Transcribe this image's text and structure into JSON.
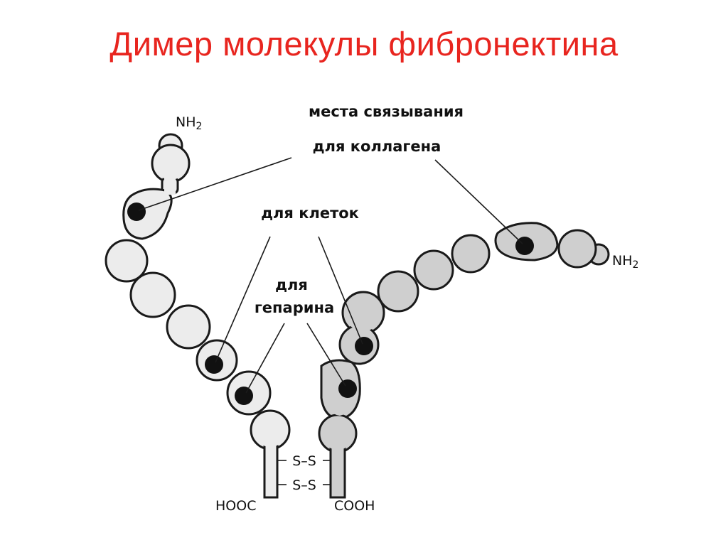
{
  "title": "Димер молекулы фибронектина",
  "labels": {
    "binding_sites": "места связывания",
    "collagen": "для коллагена",
    "cells": "для клеток",
    "heparin_line1": "для",
    "heparin_line2": "гепарина"
  },
  "termini": {
    "nh2_left": "NH",
    "nh2_right": "NH",
    "subscript": "2",
    "hooc": "HOOC",
    "cooh": "COOH",
    "ss_top": "S–S",
    "ss_bottom": "S–S"
  },
  "colors": {
    "title": "#e8251f",
    "left_chain_fill": "#ececec",
    "right_chain_fill": "#cfcfcf",
    "outline": "#1a1a1a",
    "binding_site": "#111111"
  }
}
